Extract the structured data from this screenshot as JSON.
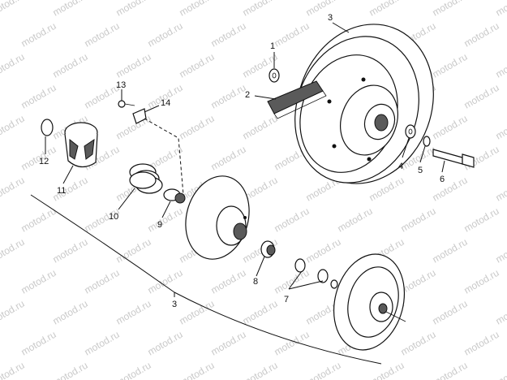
{
  "watermark": "motod.ru",
  "callouts": {
    "c1": "1",
    "c2": "2",
    "c3_top": "3",
    "c3_group": "3",
    "c4": "4",
    "c5": "5",
    "c6": "6",
    "c7": "7",
    "c8": "8",
    "c9": "9",
    "c10": "10",
    "c11": "11",
    "c12": "12",
    "c13": "13",
    "c14": "14"
  }
}
